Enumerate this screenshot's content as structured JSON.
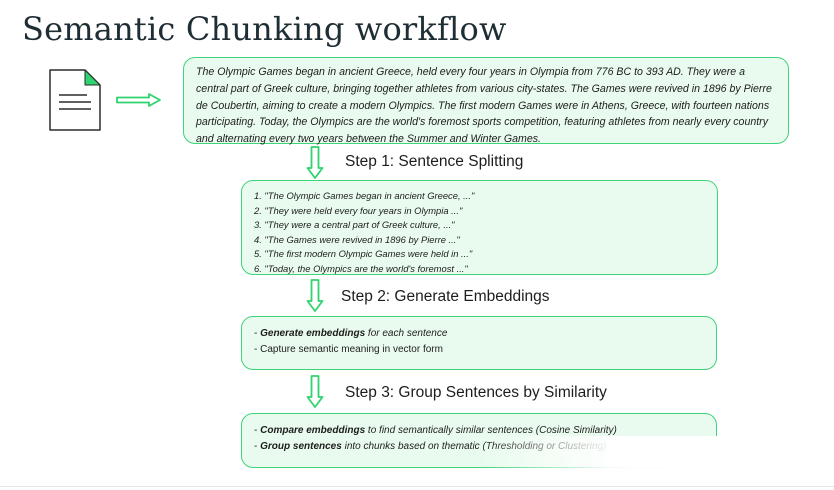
{
  "title": "Semantic Chunking workflow",
  "icons": {
    "document": "document-icon",
    "arrow_right": "arrow-right-icon",
    "arrow_down": "arrow-down-icon"
  },
  "colors": {
    "accent": "#3fd479",
    "box_fill": "#e9fbee",
    "title": "#1f2e35"
  },
  "intro_text": "The Olympic Games began in ancient Greece, held every four years in Olympia from 776 BC to 393 AD. They were a central part of Greek culture, bringing together athletes from various city-states. The Games were revived in 1896 by Pierre de Coubertin, aiming to create a modern Olympics. The first modern Games were in Athens, Greece, with fourteen nations participating. Today, the Olympics are the world's foremost sports competition, featuring athletes from nearly every country and alternating every two years between the Summer and Winter Games.",
  "steps": [
    {
      "label": "Step 1: Sentence Splitting"
    },
    {
      "label": "Step 2: Generate Embeddings"
    },
    {
      "label": "Step 3: Group Sentences by Similarity"
    }
  ],
  "sentences": [
    "1. \"The Olympic Games began in ancient Greece, ...\"",
    "2. \"They were held every four years in Olympia ...\"",
    "3. \"They were a central part of Greek culture, ...\"",
    "4. \"The Games were revived in 1896 by Pierre ...\"",
    "5. \"The first modern Olympic Games were held in ...\"",
    "6. \"Today, the Olympics are the world's foremost ...\""
  ],
  "embeddings": {
    "b1_prefix": "- ",
    "b1_bold": "Generate embeddings",
    "b1_rest": " for each sentence",
    "b2": "- Capture semantic meaning in vector form"
  },
  "grouping": {
    "b1_prefix": "- ",
    "b1_bold": "Compare embeddings",
    "b1_rest": " to find semantically similar sentences (Cosine Similarity)",
    "b2_prefix": "- ",
    "b2_bold": "Group sentences",
    "b2_rest": " into chunks based on thematic (Thresholding or Clustering)"
  }
}
